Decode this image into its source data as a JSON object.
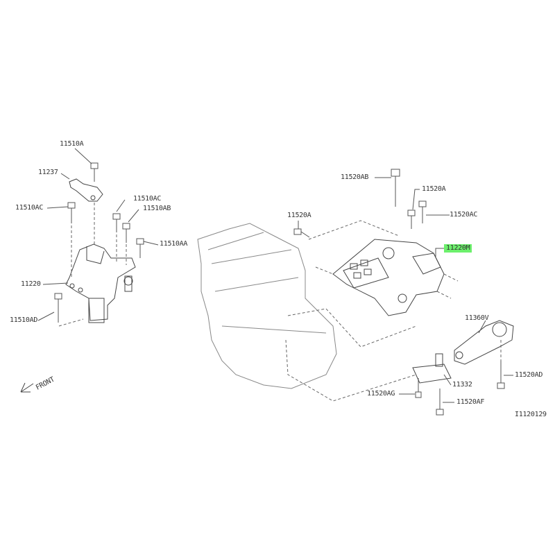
{
  "diagram_code": "I1120129",
  "highlight_color": "#6cf06c",
  "front_label": "FRONT",
  "left_assembly": {
    "bolt_top": "11510A",
    "bracket": "11237",
    "bolt_left": "11510AC",
    "bolt_right_ac": "11510AC",
    "bolt_right_ab": "11510AB",
    "bolt_right_aa": "11510AA",
    "mount": "11220",
    "bolt_bottom": "11510AD"
  },
  "right_assembly": {
    "bolt_ab": "11520AB",
    "bolt_a_right": "11520A",
    "bolt_ac": "11520AC",
    "bolt_a_left": "11520A",
    "mount_highlighted": "11220M",
    "torque_rod": "11360V",
    "bolt_ad": "11520AD",
    "bracket": "11332",
    "bolt_ag": "11520AG",
    "bolt_af": "11520AF"
  }
}
